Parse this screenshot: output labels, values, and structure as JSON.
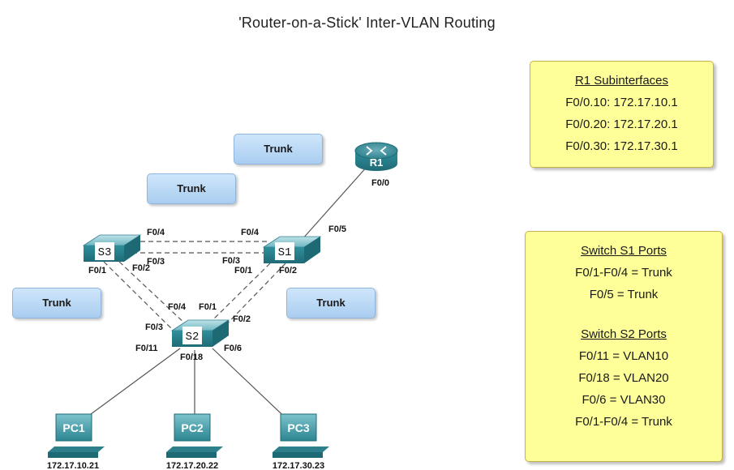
{
  "title": "'Router-on-a-Stick' Inter-VLAN Routing",
  "r1_box": {
    "heading": "R1 Subinterfaces",
    "lines": [
      "F0/0.10: 172.17.10.1",
      "F0/0.20: 172.17.20.1",
      "F0/0.30: 172.17.30.1"
    ]
  },
  "switch_box": {
    "s1_heading": "Switch S1 Ports",
    "s1_lines": [
      "F0/1-F0/4 = Trunk",
      "F0/5 = Trunk"
    ],
    "s2_heading": "Switch S2 Ports",
    "s2_lines": [
      "F0/11 = VLAN10",
      "F0/18 = VLAN20",
      "F0/6 = VLAN30",
      "F0/1-F0/4 = Trunk"
    ]
  },
  "trunk_label": "Trunk",
  "devices": {
    "r1": "R1",
    "s1": "S1",
    "s2": "S2",
    "s3": "S3",
    "pc1": "PC1",
    "pc2": "PC2",
    "pc3": "PC3"
  },
  "ips": {
    "pc1": "172.17.10.21",
    "pc2": "172.17.20.22",
    "pc3": "172.17.30.23"
  },
  "ports": {
    "r1_f00": "F0/0",
    "s1_f05": "F0/5",
    "s1_f04": "F0/4",
    "s1_f03": "F0/3",
    "s1_f01": "F0/1",
    "s1_f02": "F0/2",
    "s3_f04": "F0/4",
    "s3_f03": "F0/3",
    "s3_f01": "F0/1",
    "s3_f02": "F0/2",
    "s2_f04": "F0/4",
    "s2_f01": "F0/1",
    "s2_f03": "F0/3",
    "s2_f02": "F0/2",
    "s2_f011": "F0/11",
    "s2_f018": "F0/18",
    "s2_f06": "F0/6"
  }
}
